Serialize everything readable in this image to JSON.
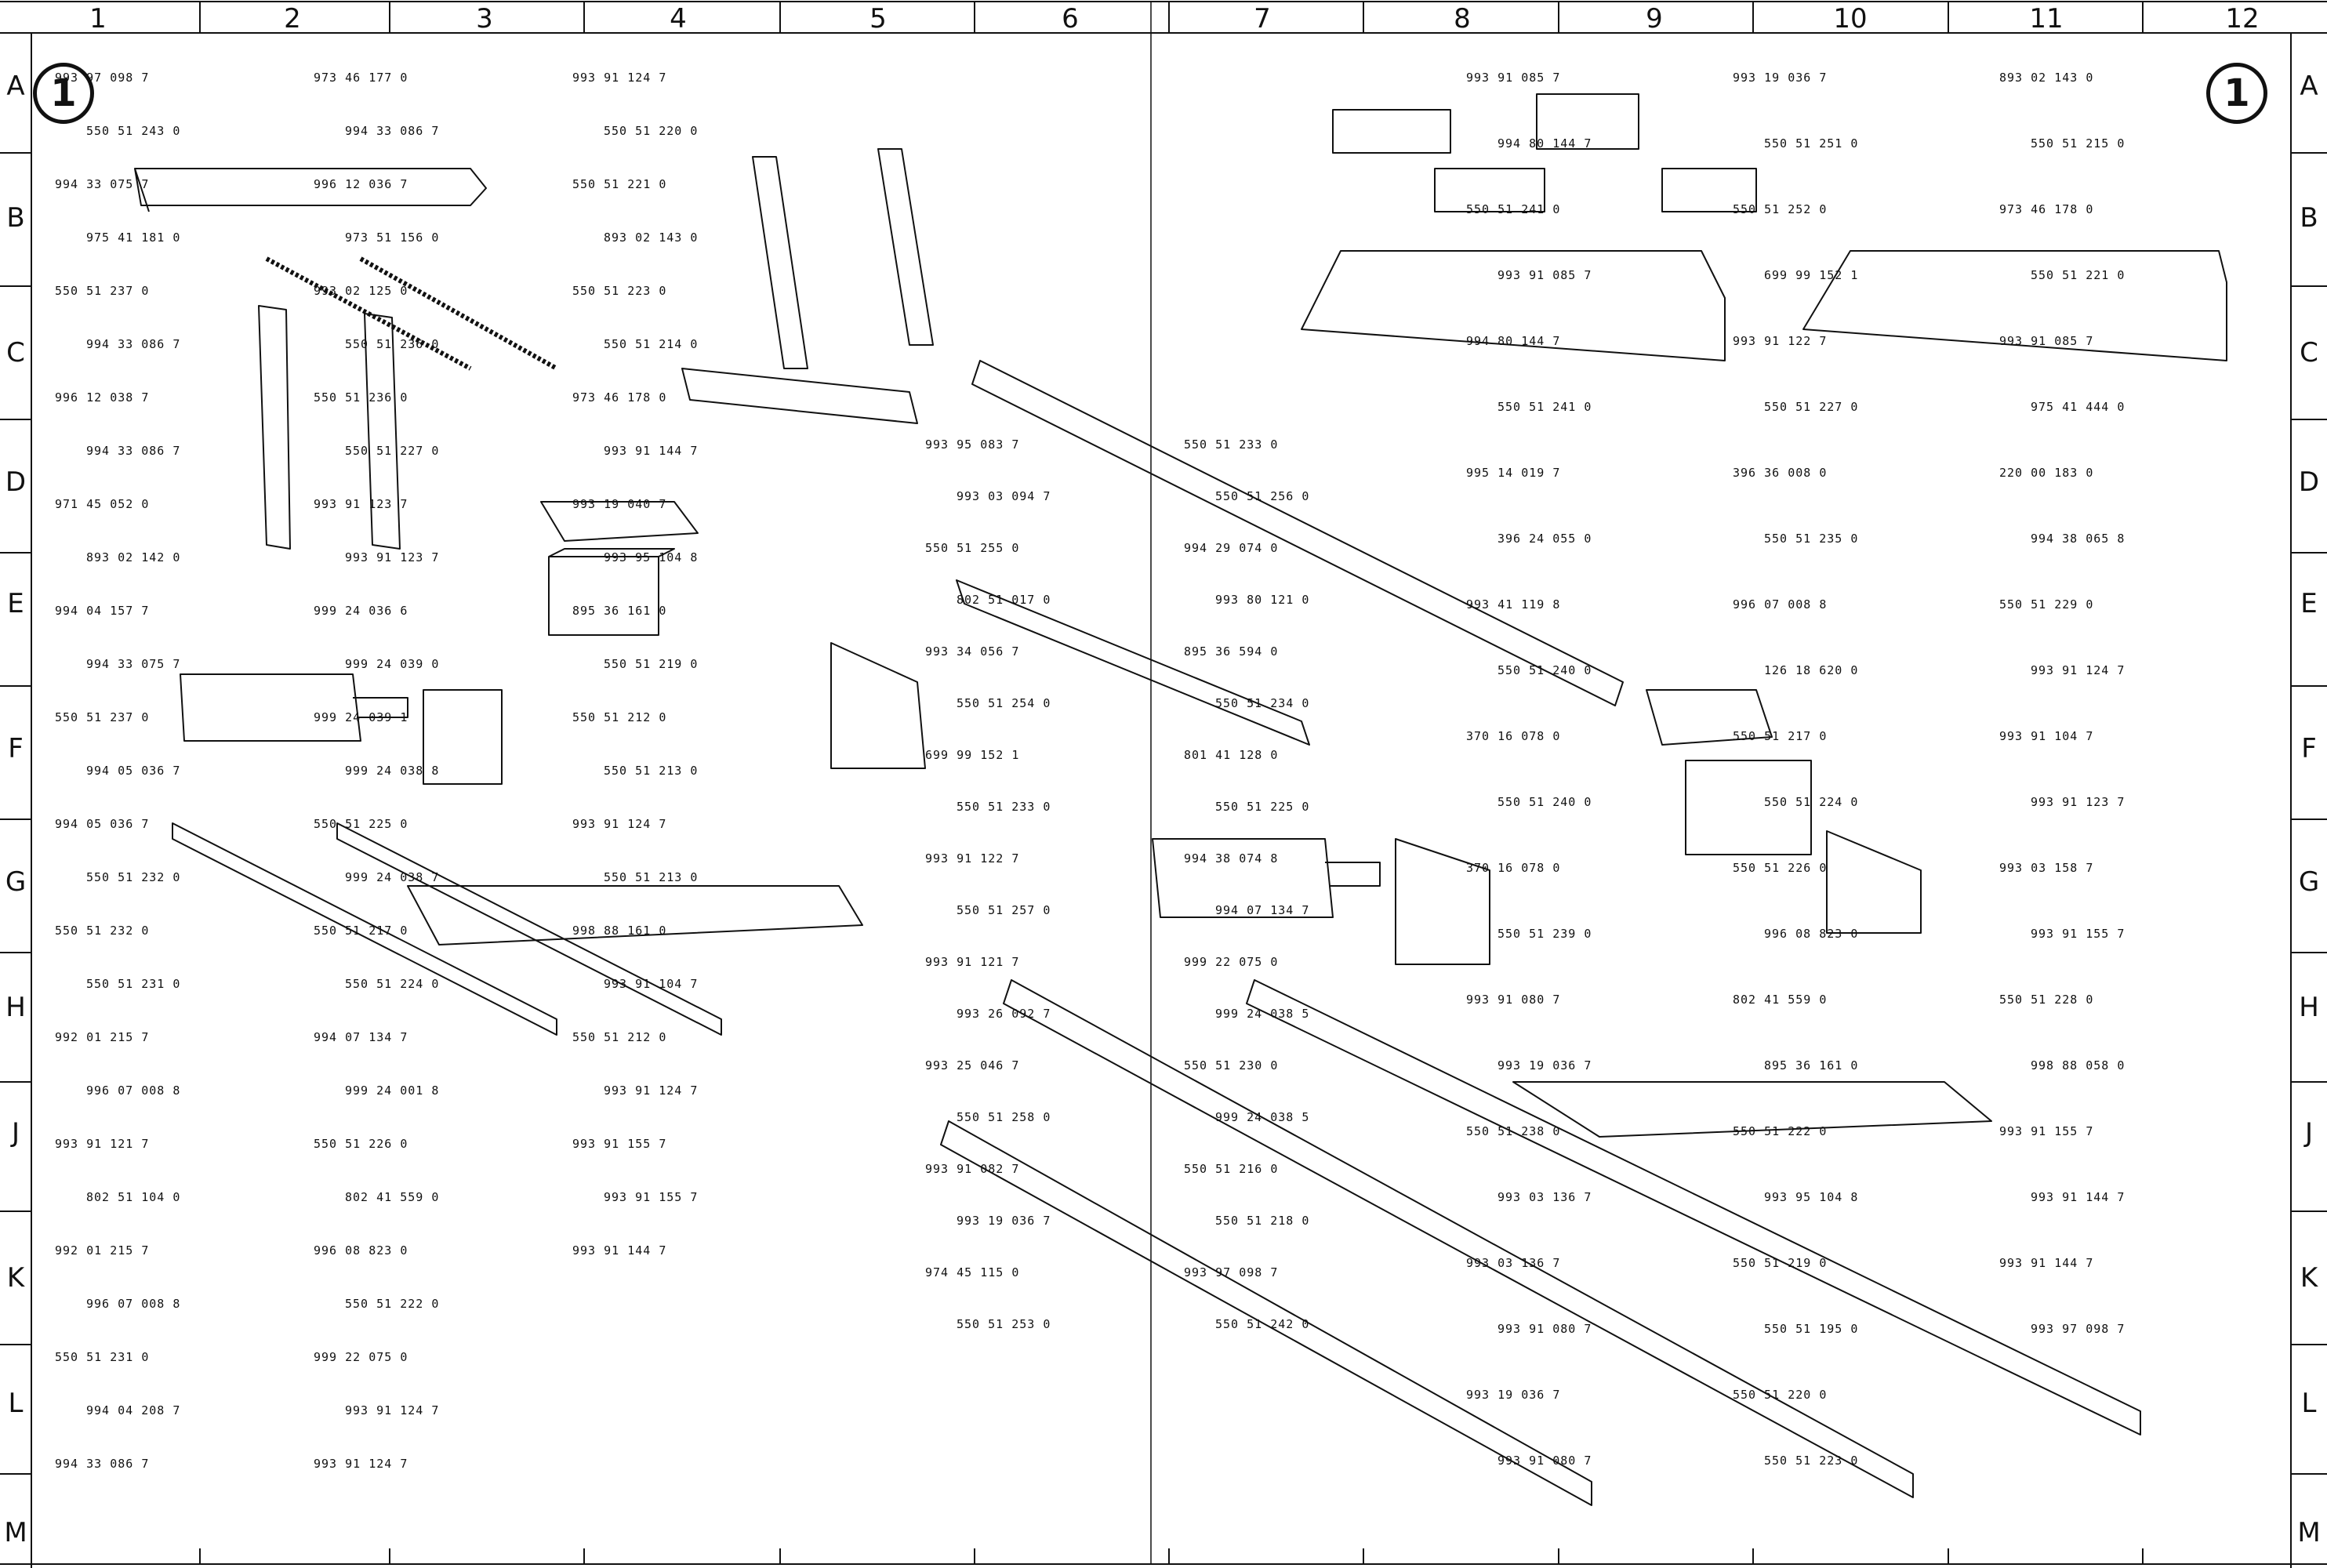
{
  "sheet": {
    "badge_left": "1",
    "badge_right": "1",
    "columns": [
      "1",
      "2",
      "3",
      "4",
      "5",
      "6",
      "7",
      "8",
      "9",
      "10",
      "11",
      "12"
    ],
    "rows": [
      "A",
      "B",
      "C",
      "D",
      "E",
      "F",
      "G",
      "H",
      "J",
      "K",
      "L",
      "M"
    ]
  },
  "callouts": {
    "left": [
      "993 97 098 7",
      "550 51 243 0",
      "994 33 075 7",
      "975 41 181 0",
      "550 51 237 0",
      "994 33 086 7",
      "996 12 038 7",
      "994 33 086 7",
      "971 45 052 0",
      "893 02 142 0",
      "994 04 157 7",
      "994 33 075 7",
      "550 51 237 0",
      "994 05 036 7",
      "994 05 036 7",
      "550 51 232 0",
      "550 51 232 0",
      "550 51 231 0",
      "992 01 215 7",
      "996 07 008 8",
      "993 91 121 7",
      "802 51 104 0",
      "992 01 215 7",
      "996 07 008 8",
      "550 51 231 0",
      "994 04 208 7",
      "994 33 086 7",
      "973 46 177 0",
      "994 33 086 7",
      "996 12 036 7",
      "973 51 156 0",
      "993 02 125 0",
      "550 51 236 0",
      "550 51 236 0",
      "550 51 227 0",
      "993 91 123 7",
      "993 91 123 7",
      "999 24 036 6",
      "999 24 039 0",
      "999 24 039 1",
      "999 24 038 8",
      "550 51 225 0",
      "999 24 038 7",
      "550 51 217 0",
      "550 51 224 0",
      "994 07 134 7",
      "999 24 001 8",
      "550 51 226 0",
      "802 41 559 0",
      "996 08 823 0",
      "550 51 222 0",
      "999 22 075 0",
      "993 91 124 7",
      "993 91 124 7",
      "993 91 124 7",
      "550 51 220 0",
      "550 51 221 0",
      "893 02 143 0",
      "550 51 223 0",
      "550 51 214 0",
      "973 46 178 0",
      "993 91 144 7",
      "993 19 040 7",
      "993 95 104 8",
      "895 36 161 0",
      "550 51 219 0",
      "550 51 212 0",
      "550 51 213 0",
      "993 91 124 7",
      "550 51 213 0",
      "998 88 161 0",
      "993 91 104 7",
      "550 51 212 0",
      "993 91 124 7",
      "993 91 155 7",
      "993 91 155 7",
      "993 91 144 7"
    ],
    "middle": [
      "993 95 083 7",
      "993 03 094 7",
      "550 51 255 0",
      "802 51 017 0",
      "993 34 056 7",
      "550 51 254 0",
      "699 99 152 1",
      "550 51 233 0",
      "993 91 122 7",
      "550 51 257 0",
      "993 91 121 7",
      "993 26 092 7",
      "993 25 046 7",
      "550 51 258 0",
      "993 91 082 7",
      "993 19 036 7",
      "974 45 115 0",
      "550 51 253 0",
      "550 51 233 0",
      "550 51 256 0",
      "994 29 074 0",
      "993 80 121 0",
      "895 36 594 0",
      "550 51 234 0",
      "801 41 128 0",
      "550 51 225 0",
      "994 38 074 8",
      "994 07 134 7",
      "999 22 075 0",
      "999 24 038 5",
      "550 51 230 0",
      "999 24 038 5",
      "550 51 216 0",
      "550 51 218 0",
      "993 97 098 7",
      "550 51 242 0"
    ],
    "right": [
      "993 91 085 7",
      "994 80 144 7",
      "550 51 241 0",
      "993 91 085 7",
      "994 80 144 7",
      "550 51 241 0",
      "995 14 019 7",
      "396 24 055 0",
      "993 41 119 8",
      "550 51 240 0",
      "370 16 078 0",
      "550 51 240 0",
      "370 16 078 0",
      "550 51 239 0",
      "993 91 080 7",
      "993 19 036 7",
      "550 51 238 0",
      "993 03 136 7",
      "993 03 136 7",
      "993 91 080 7",
      "993 19 036 7",
      "993 91 080 7",
      "993 19 036 7",
      "550 51 251 0",
      "550 51 252 0",
      "699 99 152 1",
      "993 91 122 7",
      "550 51 227 0",
      "396 36 008 0",
      "550 51 235 0",
      "996 07 008 8",
      "126 18 620 0",
      "550 51 217 0",
      "550 51 224 0",
      "550 51 226 0",
      "996 08 823 0",
      "802 41 559 0",
      "895 36 161 0",
      "550 51 222 0",
      "993 95 104 8",
      "550 51 219 0",
      "550 51 195 0",
      "550 51 220 0",
      "550 51 223 0",
      "893 02 143 0",
      "550 51 215 0",
      "973 46 178 0",
      "550 51 221 0",
      "993 91 085 7",
      "975 41 444 0",
      "220 00 183 0",
      "994 38 065 8",
      "550 51 229 0",
      "993 91 124 7",
      "993 91 104 7",
      "993 91 123 7",
      "993 03 158 7",
      "993 91 155 7",
      "550 51 228 0",
      "998 88 058 0",
      "993 91 155 7",
      "993 91 144 7",
      "993 91 144 7",
      "993 97 098 7"
    ]
  }
}
